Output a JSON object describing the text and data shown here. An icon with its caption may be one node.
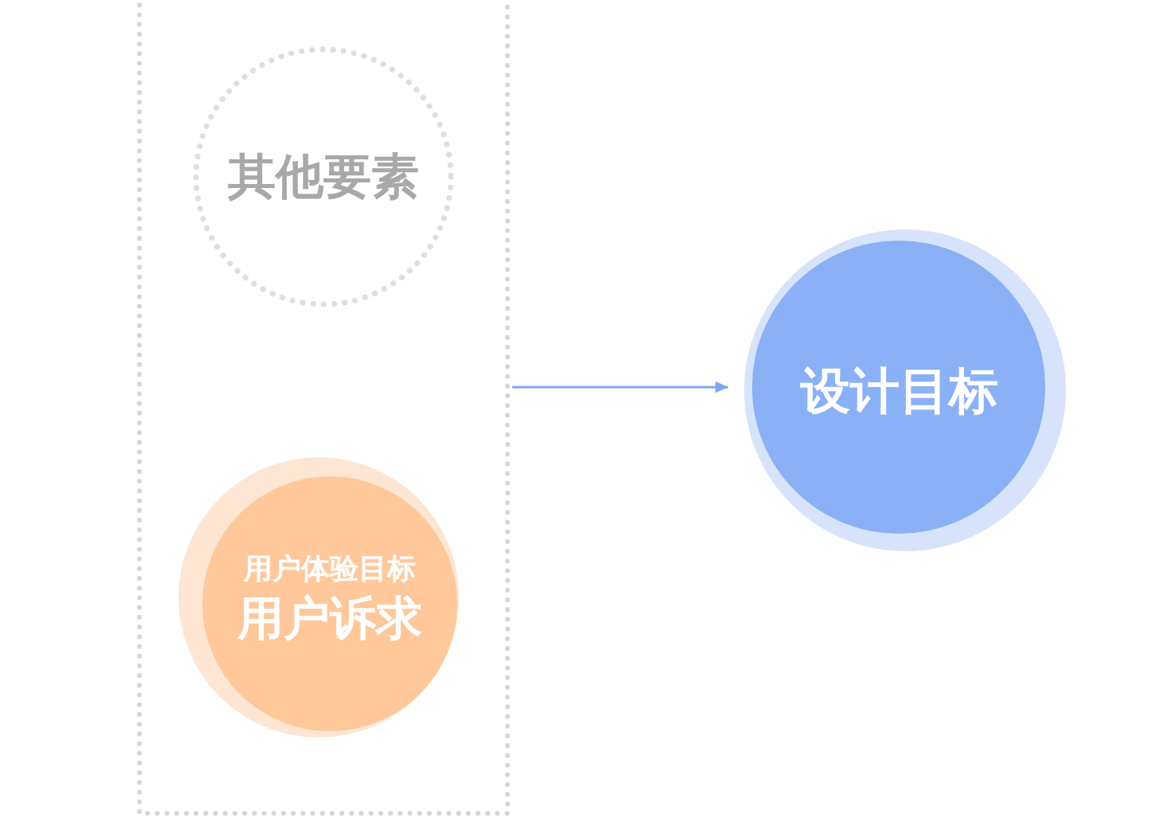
{
  "diagram": {
    "nodes": [
      {
        "text": [],
        "shape": "box"
      },
      {
        "text": [
          "其他要素"
        ],
        "in": 0
      },
      {
        "text": [
          "用户体验目标",
          "用户诉求"
        ],
        "in": 0
      },
      {
        "text": [
          "设计目标"
        ]
      }
    ],
    "edges": [
      {
        "from": 0,
        "to": 3,
        "arrow": "to"
      }
    ]
  }
}
